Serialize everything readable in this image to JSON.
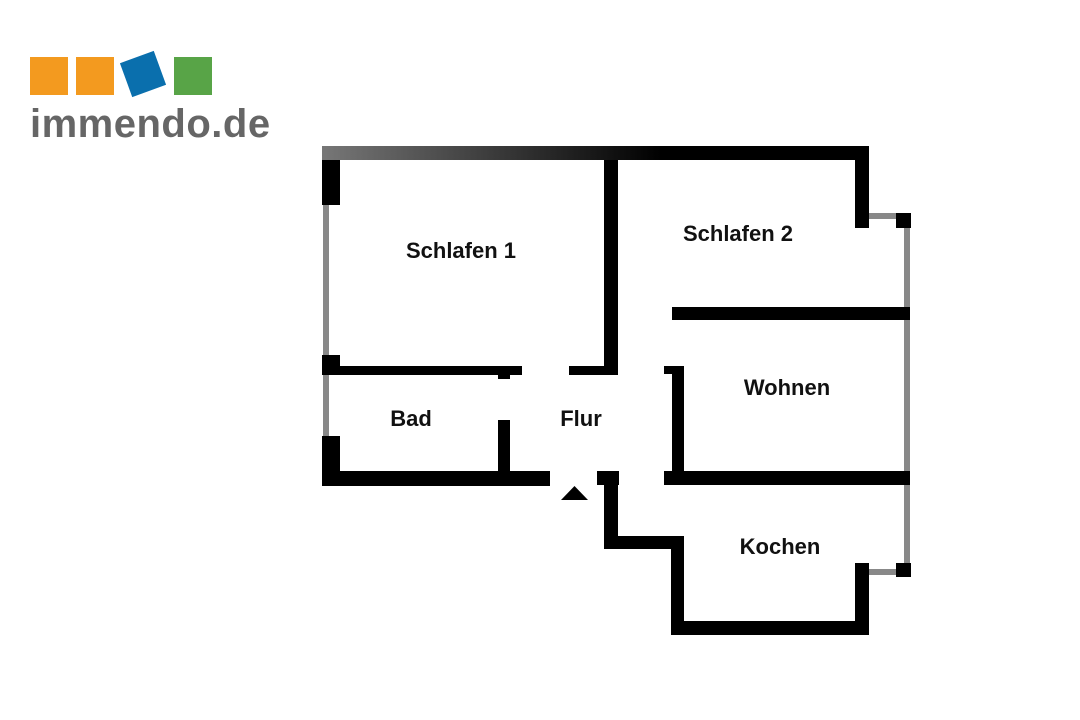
{
  "logo": {
    "text": "immendo.de",
    "colors": [
      "#f39a1f",
      "#f39a1f",
      "#0a6fad",
      "#58a447"
    ]
  },
  "floorplan": {
    "wall_color": "#000000",
    "window_color": "#888888",
    "rooms": {
      "schlafen1": "Schlafen 1",
      "schlafen2": "Schlafen 2",
      "bad": "Bad",
      "flur": "Flur",
      "wohnen": "Wohnen",
      "kochen": "Kochen"
    },
    "entrance": "entrance-arrow-icon"
  }
}
